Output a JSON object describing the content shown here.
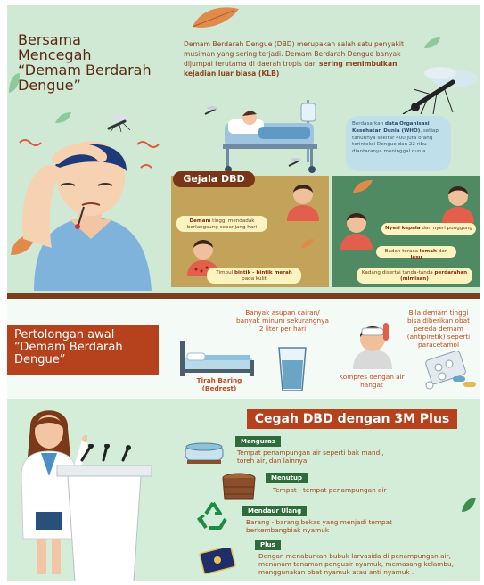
{
  "header": {
    "title_lines": [
      "Bersama",
      "Mencegah",
      "“Demam Berdarah",
      "Dengue”"
    ],
    "intro_1": "Demam Berdarah Dengue (DBD) merupakan salah satu penyakit  musiman yang sering terjadi. Demam Berdarah Dengue banyak dijumpai terutama di daerah tropis dan ",
    "intro_bold": "sering menimbulkan kejadian luar biasa (KLB)"
  },
  "who_box": {
    "prefix": "Berdasarkan ",
    "highlight": "data Organisasi Kesehatan Dunia (WHO)",
    "rest": ", setiap tahunnya sekitar 400 juta orang terinfeksi Dengue dan 22 ribu diantaranya meninggal dunia"
  },
  "gejala": {
    "title": "Gejala DBD",
    "b1_hl": "Demam",
    "b1_rest": " tinggi mendadak berlangsung sepanjang hari",
    "b2_pre": "Timbul ",
    "b2_hl": "bintik - bintik merah",
    "b2_rest": " pada kulit",
    "b3_hl": "Nyeri kepala",
    "b3_rest": " dan nyeri punggung",
    "b4_pre": "Badan terasa ",
    "b4_hl1": "lemah",
    "b4_mid": " dan ",
    "b4_hl2": "lesu",
    "b5_pre": "Kadang disertai tanda-tanda ",
    "b5_hl": "perdarahan (mimisan)"
  },
  "pertolongan": {
    "title_lines": [
      "Pertolongan awal",
      "“Demam Berdarah",
      "Dengue”"
    ],
    "tirah_1": "Tirah Baring",
    "tirah_2": "(Bedrest)",
    "asupan": "Banyak asupan cairan/ banyak minum sekurangnya 2 liter per hari",
    "kompres": "Kompres dengan air hangat",
    "demam": "Bila demam tinggi bisa diberikan obat pereda demam (antipiretik) seperti paracetamol"
  },
  "cegah": {
    "title": "Cegah DBD dengan 3M Plus",
    "items": [
      {
        "tag": "Menguras",
        "desc": "Tempat penampungan air seperti bak mandi, toreh air, dan lainnya"
      },
      {
        "tag": "Menutup",
        "desc": "Tempat - tempat penampungan air"
      },
      {
        "tag": "Mendaur Ulang",
        "desc": "Barang - barang bekas yang menjadi tempat berkembangbiak nyamuk"
      },
      {
        "tag": "Plus",
        "desc": "Dengan menaburkan bubuk larvasida di penampungan air, menanam tanaman pengusir nyamuk, memasang kelambu, menggunakan obat nyamuk atau anti nyamuk ."
      }
    ]
  },
  "colors": {
    "brown": "#7a3416",
    "green_tag": "#2e6c3c",
    "orange": "#b5421d"
  }
}
